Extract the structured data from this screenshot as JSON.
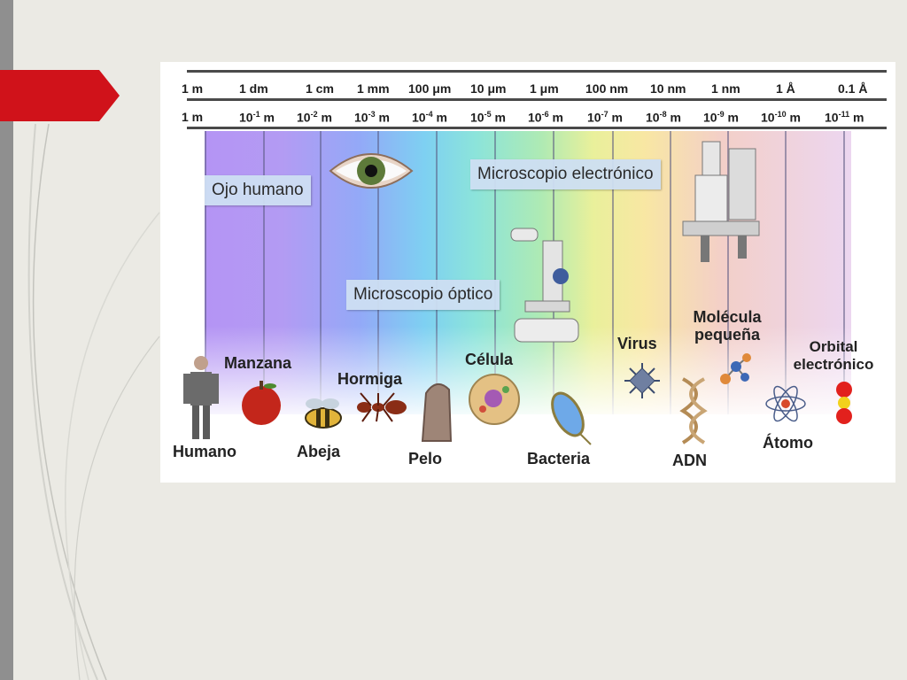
{
  "scale_top": [
    "1 m",
    "1 dm",
    "1 cm",
    "1 mm",
    "100 μm",
    "10 μm",
    "1 μm",
    "100 nm",
    "10 nm",
    "1 nm",
    "1 Å",
    "0.1 Å"
  ],
  "scale_bottom": [
    {
      "base": "1 m",
      "exp": ""
    },
    {
      "base": "10",
      "exp": "-1",
      "unit": "m"
    },
    {
      "base": "10",
      "exp": "-2",
      "unit": "m"
    },
    {
      "base": "10",
      "exp": "-3",
      "unit": "m"
    },
    {
      "base": "10",
      "exp": "-4",
      "unit": "m"
    },
    {
      "base": "10",
      "exp": "-5",
      "unit": "m"
    },
    {
      "base": "10",
      "exp": "-6",
      "unit": "m"
    },
    {
      "base": "10",
      "exp": "-7",
      "unit": "m"
    },
    {
      "base": "10",
      "exp": "-8",
      "unit": "m"
    },
    {
      "base": "10",
      "exp": "-9",
      "unit": "m"
    },
    {
      "base": "10",
      "exp": "-10",
      "unit": "m"
    },
    {
      "base": "10",
      "exp": "-11",
      "unit": "m"
    }
  ],
  "callouts": {
    "eye": "Ojo humano",
    "electron": "Microscopio electrónico",
    "optical": "Microscopio óptico"
  },
  "labels": {
    "humano": "Humano",
    "manzana": "Manzana",
    "abeja": "Abeja",
    "hormiga": "Hormiga",
    "pelo": "Pelo",
    "celula": "Célula",
    "bacteria": "Bacteria",
    "virus": "Virus",
    "adn": "ADN",
    "molecula_1": "Molécula",
    "molecula_2": "pequeña",
    "atomo": "Átomo",
    "orbital_1": "Orbital",
    "orbital_2": "electrónico"
  },
  "colors": {
    "accent_red": "#d0121a",
    "sidebar": "#8f8f8f",
    "background": "#ebeae4"
  }
}
